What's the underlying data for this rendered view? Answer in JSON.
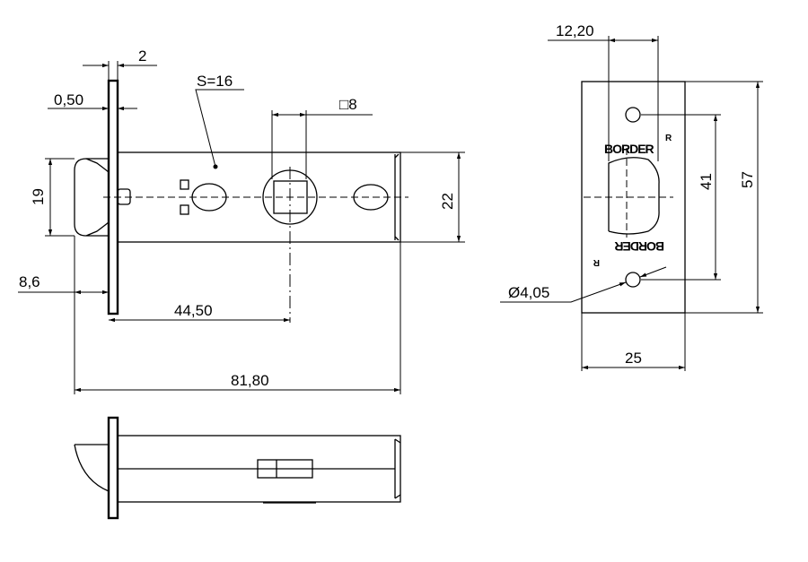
{
  "drawing": {
    "front_view": {
      "dim_faceplate_thickness": "2",
      "dim_faceplate_step": "0,50",
      "dim_bolt_height": "19",
      "dim_bolt_projection": "8,6",
      "dim_backset": "44,50",
      "dim_total_length": "81,80",
      "dim_body_height": "22",
      "dim_spindle": "□8",
      "note_sheet": "S=16"
    },
    "strike_plate": {
      "dim_opening_width": "12,20",
      "dim_hole_spacing": "41",
      "dim_plate_height": "57",
      "dim_plate_width": "25",
      "dim_hole_diameter": "Ø4,05",
      "logo_text": "BORDER",
      "logo_mark": "R"
    }
  }
}
